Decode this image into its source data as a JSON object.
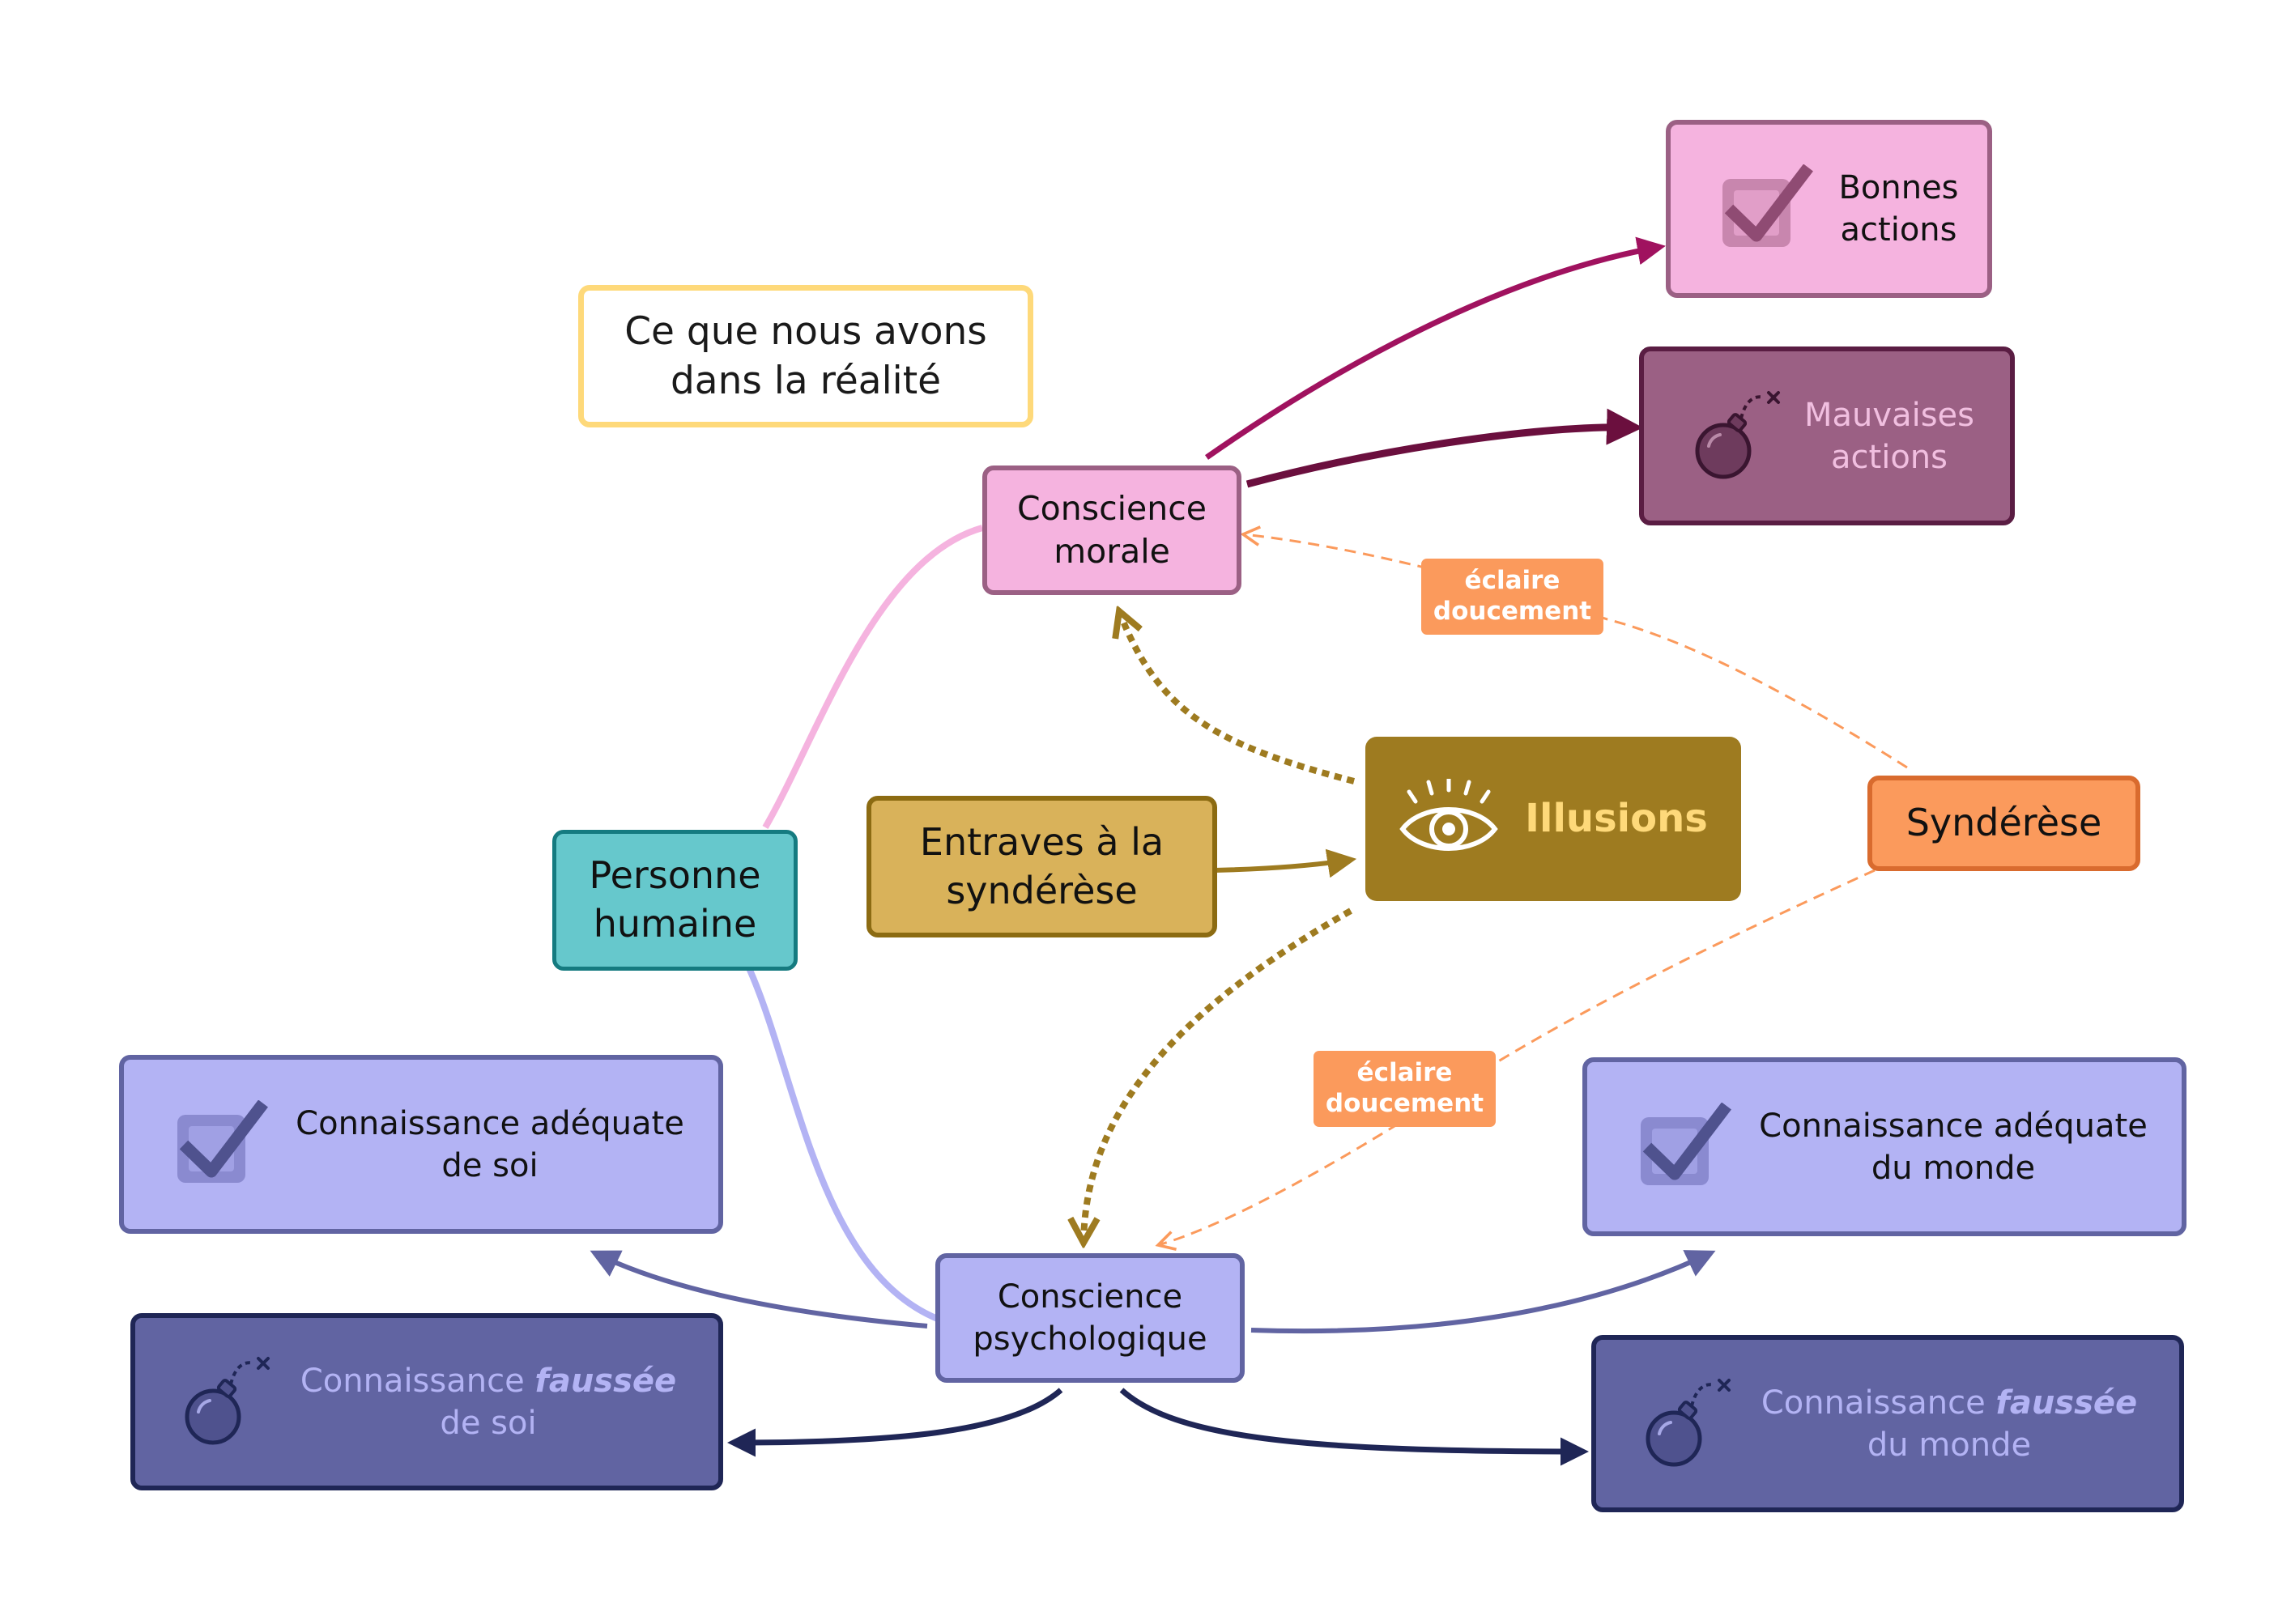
{
  "colors": {
    "teal": "#66c8cc",
    "pink": "#f5b3df",
    "plum": "#9b6084",
    "lavender": "#b3b3f4",
    "navy": "#6164a2",
    "orange": "#fb9a5c",
    "gold": "#9e7b20",
    "tan": "#d9b25a",
    "yellow": "#fed97a"
  },
  "nodes": {
    "reality": {
      "label": "Ce que nous avons dans la réalité"
    },
    "personne": {
      "label": "Personne humaine"
    },
    "morale": {
      "label": "Conscience morale"
    },
    "bonnes": {
      "label": "Bonnes actions",
      "icon": "checkbox-check-icon"
    },
    "mauvaises": {
      "label": "Mauvaises actions",
      "icon": "bomb-icon"
    },
    "entraves": {
      "label": "Entraves à la syndérèse"
    },
    "illusions": {
      "label": "Illusions",
      "icon": "eye-icon"
    },
    "synderese": {
      "label": "Syndérèse"
    },
    "psycho": {
      "label": "Conscience psychologique"
    },
    "soi_ok": {
      "label": "Connaissance adéquate de soi",
      "icon": "checkbox-check-icon"
    },
    "monde_ok": {
      "label": "Connaissance adéquate du monde",
      "icon": "checkbox-check-icon"
    },
    "soi_bad": {
      "label_pre": "Connaissance ",
      "label_em": "faussée",
      "label_post": "de soi",
      "icon": "bomb-icon"
    },
    "monde_bad": {
      "label_pre": "Connaissance ",
      "label_em": "faussée",
      "label_post": "du monde",
      "icon": "bomb-icon"
    }
  },
  "edge_labels": {
    "upper": "éclaire doucement",
    "lower": "éclaire doucement"
  }
}
